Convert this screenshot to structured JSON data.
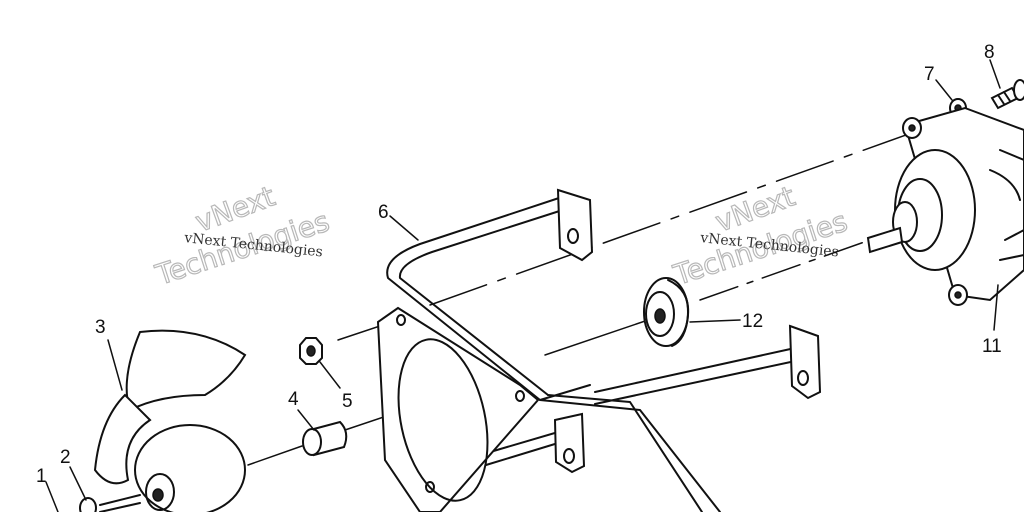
{
  "watermarks": [
    {
      "big": "vNext",
      "big2": "Technologies",
      "small": "vNext Technologies"
    },
    {
      "big": "vNext",
      "big2": "Technologies",
      "small": "vNext Technologies"
    }
  ],
  "callouts": {
    "c1": "1",
    "c2": "2",
    "c3": "3",
    "c4": "4",
    "c5": "5",
    "c6": "6",
    "c7": "7",
    "c8": "8",
    "c11": "11",
    "c12": "12"
  }
}
